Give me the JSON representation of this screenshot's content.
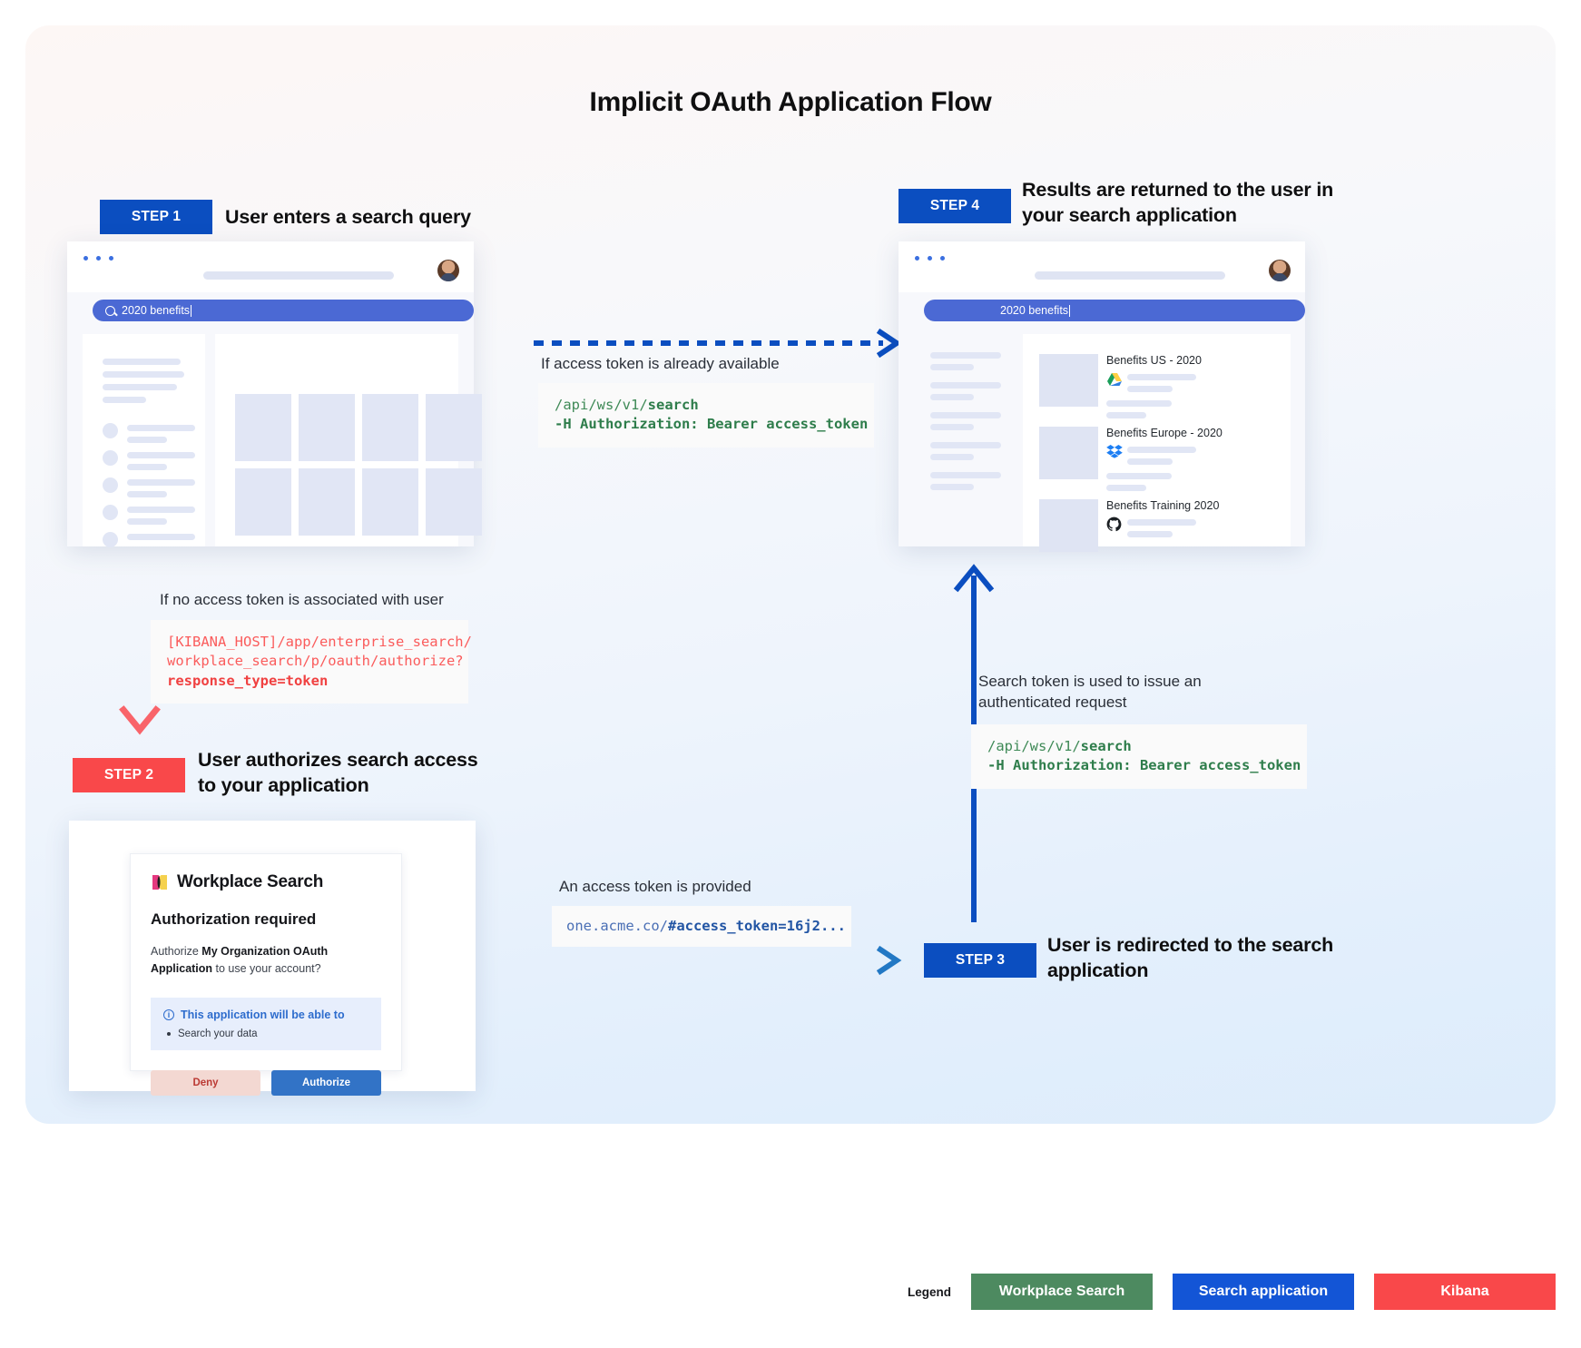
{
  "title": "Implicit OAuth Application Flow",
  "steps": {
    "step1": {
      "badge": "STEP 1",
      "title": "User enters a search query"
    },
    "step2": {
      "badge": "STEP 2",
      "title": "User authorizes search access to your application"
    },
    "step3": {
      "badge": "STEP 3",
      "title": "User is redirected to the search application"
    },
    "step4": {
      "badge": "STEP 4",
      "title": "Results are returned to the user in your search application"
    }
  },
  "search": {
    "query": "2020 benefits",
    "results_query": "2020 benefits"
  },
  "flows": {
    "token_available": {
      "label": "If access token is already available",
      "code_line1_plain": "/api/ws/v1/",
      "code_line1_bold": "search",
      "code_line2": "-H Authorization: Bearer access_token"
    },
    "no_token": {
      "label": "If no access token is associated with user",
      "code_line1": "[KIBANA_HOST]/app/enterprise_search/",
      "code_line2": "workplace_search/p/oauth/authorize?",
      "code_line3_bold": "response_type=token"
    },
    "token_provided": {
      "label": "An access token is provided",
      "code_plain": "one.acme.co/",
      "code_bold": "#access_token=16j2..."
    },
    "authenticated_request": {
      "label": "Search token is used to issue an authenticated request",
      "code_line1_plain": "/api/ws/v1/",
      "code_line1_bold": "search",
      "code_line2": "-H Authorization: Bearer access_token"
    }
  },
  "auth_card": {
    "product": "Workplace Search",
    "heading": "Authorization required",
    "body_prefix": "Authorize ",
    "body_app": "My Organization OAuth Application",
    "body_suffix": " to use your account?",
    "callout_heading": "This application will be able to",
    "callout_items": [
      "Search your data"
    ],
    "deny_label": "Deny",
    "authorize_label": "Authorize",
    "info_icon": "i"
  },
  "results": [
    {
      "title": "Benefits US - 2020",
      "source_icon": "google-drive-icon"
    },
    {
      "title": "Benefits Europe - 2020",
      "source_icon": "dropbox-icon"
    },
    {
      "title": "Benefits Training 2020",
      "source_icon": "github-icon"
    }
  ],
  "legend": {
    "label": "Legend",
    "chips": [
      {
        "text": "Workplace Search",
        "color": "#4d8a60"
      },
      {
        "text": "Search application",
        "color": "#1355d6"
      },
      {
        "text": "Kibana",
        "color": "#f9484a"
      }
    ]
  },
  "colors": {
    "blue": "#0b4ec0",
    "red": "#f9484a",
    "green_code": "#3f8a57",
    "search_bar": "#4b69d4"
  }
}
